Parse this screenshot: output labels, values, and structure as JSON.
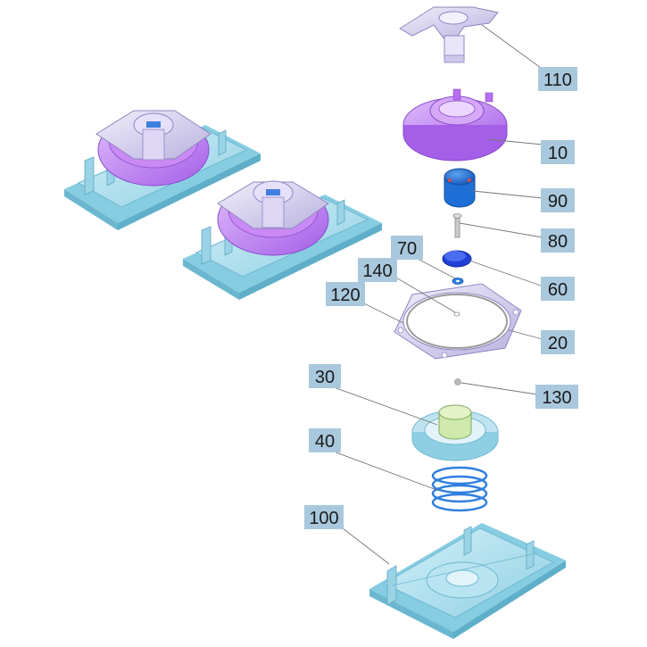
{
  "callouts": [
    {
      "id": "110",
      "label": "110"
    },
    {
      "id": "10",
      "label": "10"
    },
    {
      "id": "90",
      "label": "90"
    },
    {
      "id": "80",
      "label": "80"
    },
    {
      "id": "70",
      "label": "70"
    },
    {
      "id": "60",
      "label": "60"
    },
    {
      "id": "140",
      "label": "140"
    },
    {
      "id": "120",
      "label": "120"
    },
    {
      "id": "20",
      "label": "20"
    },
    {
      "id": "130",
      "label": "130"
    },
    {
      "id": "30",
      "label": "30"
    },
    {
      "id": "40",
      "label": "40"
    },
    {
      "id": "100",
      "label": "100"
    }
  ],
  "colors": {
    "base": "#9fd6e8",
    "base_top": "#c6ecf6",
    "base_side": "#7fc3d9",
    "purple": "#b56ff0",
    "purple_light": "#d2a4f7",
    "lavender": "#d9d3f3",
    "blue_cap": "#1f6fd6",
    "spring": "#2f7fe0",
    "label_box": "#a9c8dd"
  }
}
